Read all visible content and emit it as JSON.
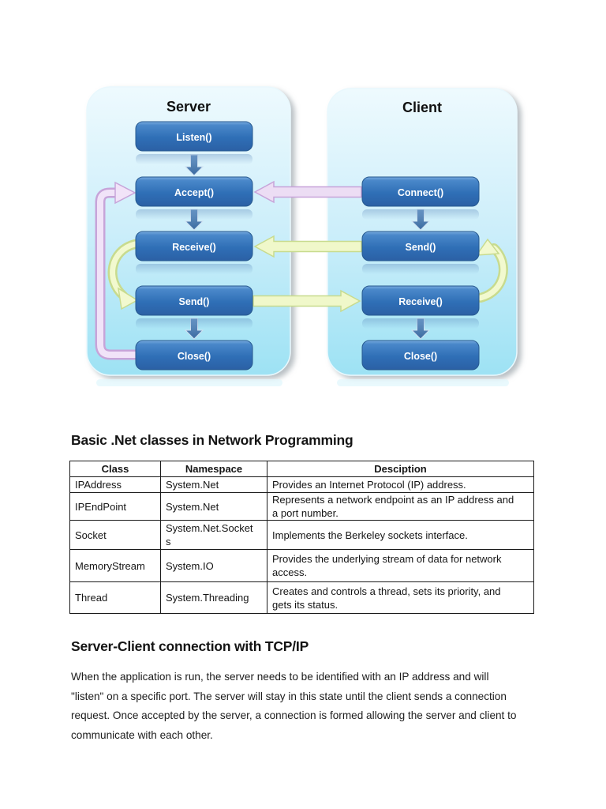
{
  "diagram": {
    "server": {
      "title": "Server",
      "steps": [
        "Listen()",
        "Accept()",
        "Receive()",
        "Send()",
        "Close()"
      ]
    },
    "client": {
      "title": "Client",
      "steps": [
        "Connect()",
        "Send()",
        "Receive()",
        "Close()"
      ]
    },
    "flows": [
      {
        "from": "client.Connect()",
        "to": "server.Accept()",
        "style": "pink-arrow-left"
      },
      {
        "from": "client.Send()",
        "to": "server.Receive()",
        "style": "green-arrow-left"
      },
      {
        "from": "server.Send()",
        "to": "client.Receive()",
        "style": "green-arrow-right"
      },
      {
        "from": "server.Close()",
        "to": "server.Accept()",
        "style": "pink-loop-left-side"
      },
      {
        "from": "server.Receive()",
        "to": "server.Send()",
        "style": "green-curved-loop"
      },
      {
        "from": "client.Receive()",
        "to": "client.Send()",
        "style": "green-curved-loop"
      }
    ],
    "colors": {
      "panel_fill_top": "#eefafe",
      "panel_fill_bottom": "#9de2f4",
      "button_blue": "#2f6fb6",
      "arrow_pink": "#ecddf4",
      "arrow_green": "#f0f8ca",
      "arrow_down_blue": "#4f7cb0"
    }
  },
  "section1": {
    "heading": "Basic .Net classes in Network Programming",
    "table": {
      "headers": [
        "Class",
        "Namespace",
        "Desciption"
      ],
      "rows": [
        {
          "class": "IPAddress",
          "namespace": "System.Net",
          "description": "Provides an Internet Protocol (IP) address."
        },
        {
          "class": "IPEndPoint",
          "namespace": "System.Net",
          "description": "Represents a network endpoint as an IP address and\na port number."
        },
        {
          "class": "Socket",
          "namespace": "System.Net.Socket\ns",
          "description": "Implements the Berkeley sockets interface."
        },
        {
          "class": "MemoryStream",
          "namespace": "System.IO",
          "description": "Provides the underlying stream of data for network\naccess."
        },
        {
          "class": "Thread",
          "namespace": "System.Threading",
          "description": "Creates and controls a thread, sets its priority, and\ngets its status."
        }
      ]
    }
  },
  "section2": {
    "heading": "Server-Client connection with TCP/IP",
    "paragraph": "When the application is run, the server needs to be identified with an IP address and will\n\"listen\" on a specific port. The server will stay in this state until the client sends a connection\nrequest. Once accepted by the server, a connection is formed allowing the server and client to\ncommunicate with each other."
  }
}
